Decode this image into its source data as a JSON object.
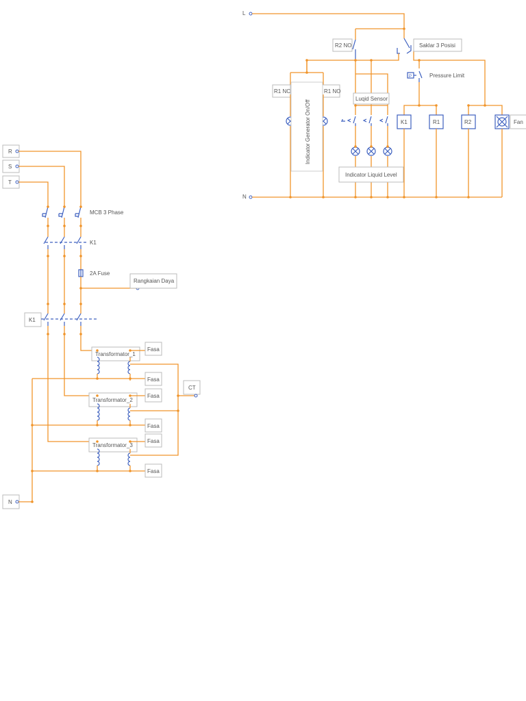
{
  "labels": {
    "L": "L",
    "N_top": "N",
    "r2no": "R2 NO",
    "saklar": "Saklar 3 Posisi",
    "pressure": "Pressure Limit",
    "pressure_p": "P",
    "r1nc": "R1 NC",
    "r1no": "R1 NO",
    "liquid_sensor": "Luqid Sensor",
    "indicator_gen": "Indicator Generator On/Off",
    "indicator_liquid": "Indicator Liquid Level",
    "k1": "K1",
    "r1": "R1",
    "r2": "R2",
    "fan": "Fan",
    "R": "R",
    "S": "S",
    "T": "T",
    "N_bottom": "N",
    "mcb": "MCB 3 Phase",
    "k1_contact": "K1",
    "fuse": "2A Fuse",
    "rangkaian": "Rangkaian Daya",
    "k1_box": "K1",
    "trafo1": "Transformator_1",
    "trafo2": "Transformator_2",
    "trafo3": "Transformator_3",
    "fasa": "Fasa",
    "ct": "CT"
  },
  "colors": {
    "wire": "#f0942a",
    "symbol": "#3c5fbf",
    "label": "#555555",
    "box_border": "#bbbbbb"
  }
}
